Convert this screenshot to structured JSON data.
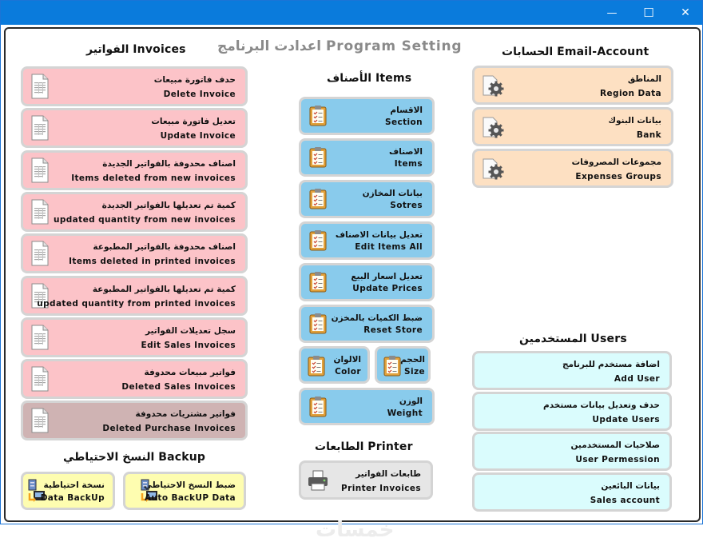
{
  "window": {
    "minimize": "—",
    "maximize": "☐",
    "close": "✕"
  },
  "program_title": "اعدادت البرنامج Program Setting",
  "invoices": {
    "header": "الفواتير Invoices",
    "items": [
      {
        "ar": "حدف فاتورة مبيعات",
        "en": "Delete Invoice"
      },
      {
        "ar": "تعديل فاتورة مبيعات",
        "en": "Update Invoice"
      },
      {
        "ar": "اصناف محدوفة بالفواتير الجديدة",
        "en": "Items deleted from new invoices"
      },
      {
        "ar": "كمية تم تعديلها بالفواتير الجديدة",
        "en": "updated quantity from new invoices"
      },
      {
        "ar": "اصناف محدوفة بالفواتير المطبوعة",
        "en": "Items deleted in printed invoices"
      },
      {
        "ar": "كمية تم تعديلها بالفواتير المطبوعة",
        "en": "updated quantity from printed invoices"
      },
      {
        "ar": "سجل تعديلات الفواتير",
        "en": "Edit Sales Invoices"
      },
      {
        "ar": "فواتير مبيعات محدوفة",
        "en": "Deleted Sales Invoices"
      },
      {
        "ar": "فواتير مشتريات محدوفة",
        "en": "Deleted Purchase Invoices"
      }
    ]
  },
  "items": {
    "header": "الأصناف Items",
    "buttons": [
      {
        "ar": "الاقسام",
        "en": "Section"
      },
      {
        "ar": "الاصناف",
        "en": "Items"
      },
      {
        "ar": "بيانات المخازن",
        "en": "Sotres"
      },
      {
        "ar": "تعديل بيانات الاصناف",
        "en": "Edit Items All"
      },
      {
        "ar": "تعديل اسعار البيع",
        "en": "Update Prices"
      },
      {
        "ar": "ضبط الكميات بالمخزن",
        "en": "Reset Store"
      }
    ],
    "color": {
      "ar": "الالوان",
      "en": "Color"
    },
    "size": {
      "ar": "الحجم",
      "en": "Size"
    },
    "weight": {
      "ar": "الوزن",
      "en": "Weight"
    }
  },
  "printer": {
    "header": "الطابعات Printer",
    "button": {
      "ar": "طابعات الفواتير",
      "en": "Printer Invoices"
    }
  },
  "accounts": {
    "header": "الحسابات Email-Account",
    "items": [
      {
        "ar": "المناطق",
        "en": "Region Data"
      },
      {
        "ar": "بيانات البنوك",
        "en": "Bank"
      },
      {
        "ar": "مجموعات المصروفات",
        "en": "Expenses Groups"
      }
    ]
  },
  "users": {
    "header": "المستخدمين Users",
    "items": [
      {
        "ar": "اضافة مستخدم للبرنامج",
        "en": "Add User"
      },
      {
        "ar": "حدف وتعديل بيانات مستخدم",
        "en": "Update Users"
      },
      {
        "ar": "صلاحيات المستخدمين",
        "en": "User Permession"
      },
      {
        "ar": "بيانات البائعين",
        "en": "Sales account"
      }
    ]
  },
  "backup": {
    "header": "النسخ الاحتياطي Backup",
    "manual": {
      "ar": "نسخة احتياطية",
      "en": "Data BackUp"
    },
    "auto": {
      "ar": "ضبط النسخ الاحتياطي",
      "en": "Auto BackUP Data"
    }
  },
  "watermark": "خمسات",
  "colors": {
    "pink": "#fcc3c8",
    "blue": "#89cbec",
    "peach": "#fde0c2",
    "cyan": "#dafcfd",
    "yellow": "#fefdb0",
    "titlebar": "#0a7bdc"
  }
}
